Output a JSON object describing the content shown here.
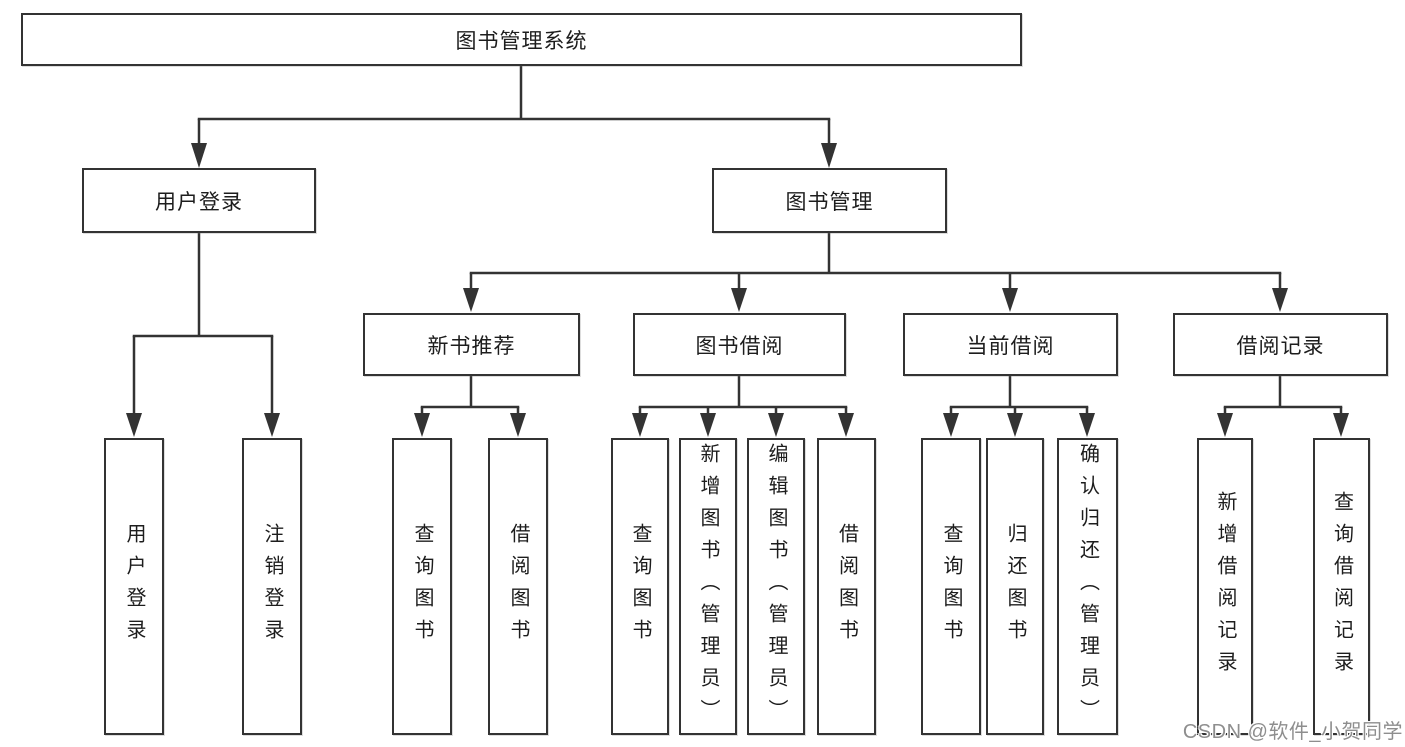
{
  "tree": {
    "root": {
      "label": "图书管理系统"
    },
    "level2": [
      {
        "label": "用户登录",
        "parent": "图书管理系统"
      },
      {
        "label": "图书管理",
        "parent": "图书管理系统"
      }
    ],
    "level3": [
      {
        "label": "新书推荐",
        "parent": "图书管理"
      },
      {
        "label": "图书借阅",
        "parent": "图书管理"
      },
      {
        "label": "当前借阅",
        "parent": "图书管理"
      },
      {
        "label": "借阅记录",
        "parent": "图书管理"
      }
    ],
    "leaves": [
      {
        "label": "用户登录",
        "parent": "用户登录"
      },
      {
        "label": "注销登录",
        "parent": "用户登录"
      },
      {
        "label": "查询图书",
        "parent": "新书推荐"
      },
      {
        "label": "借阅图书",
        "parent": "新书推荐"
      },
      {
        "label": "查询图书",
        "parent": "图书借阅"
      },
      {
        "label": "新增图书（管理员）",
        "parent": "图书借阅"
      },
      {
        "label": "编辑图书（管理员）",
        "parent": "图书借阅"
      },
      {
        "label": "借阅图书",
        "parent": "图书借阅"
      },
      {
        "label": "查询图书",
        "parent": "当前借阅"
      },
      {
        "label": "归还图书",
        "parent": "当前借阅"
      },
      {
        "label": "确认归还（管理员）",
        "parent": "当前借阅"
      },
      {
        "label": "新增借阅记录",
        "parent": "借阅记录"
      },
      {
        "label": "查询借阅记录",
        "parent": "借阅记录"
      }
    ]
  },
  "colors": {
    "line": "#333333",
    "text": "#1d1d1d",
    "box_background": "#ffffff",
    "watermark": "#8e8e8e"
  },
  "watermark": {
    "text": "CSDN @软件_小贺同学"
  }
}
